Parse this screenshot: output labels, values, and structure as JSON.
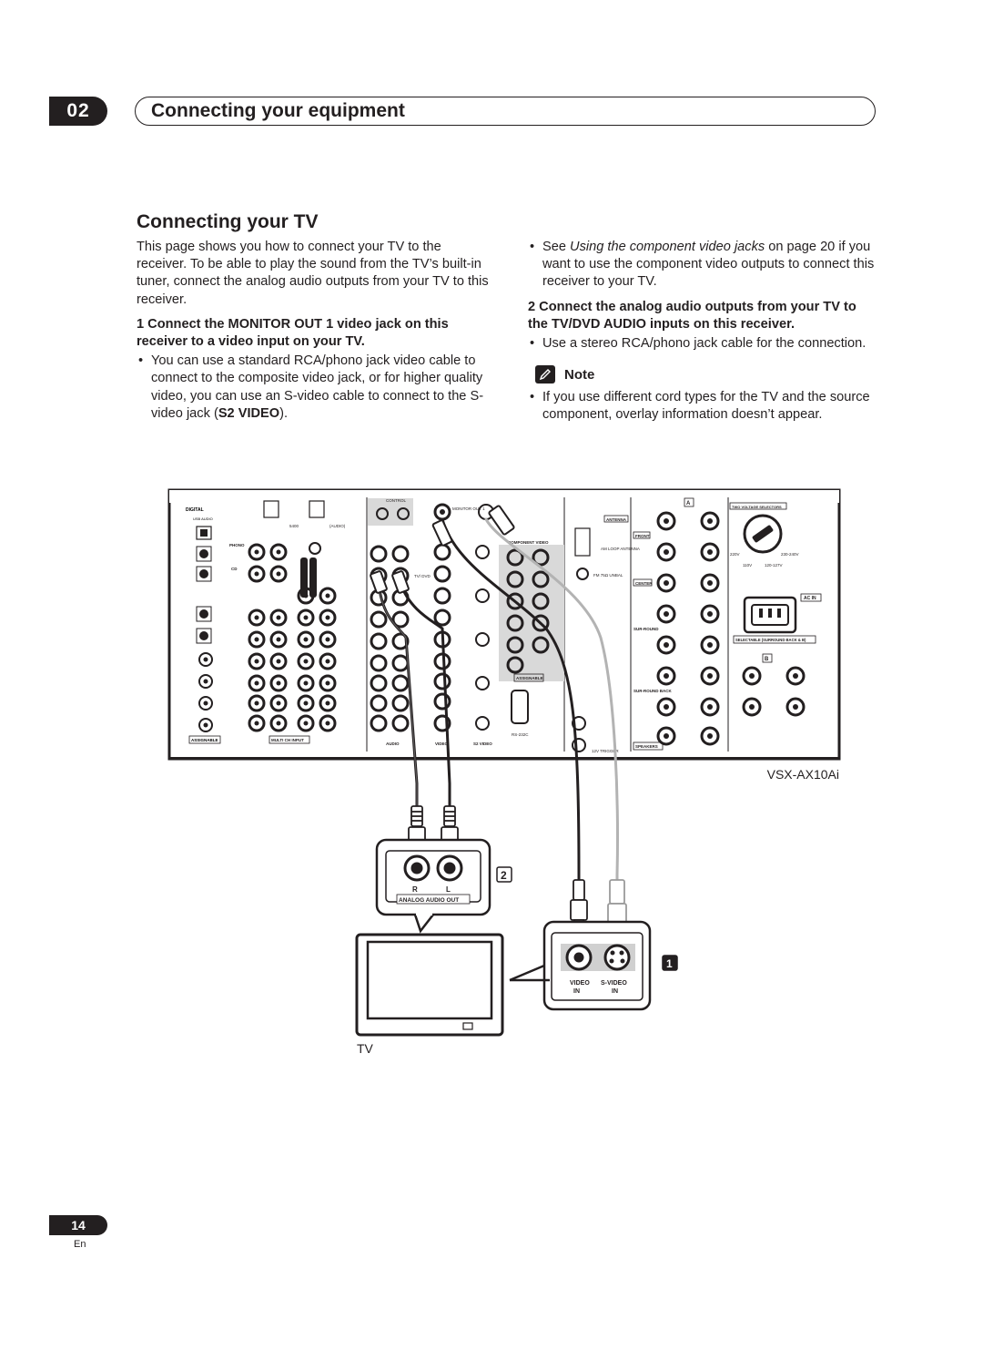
{
  "chapter": {
    "number": "02",
    "title": "Connecting your equipment"
  },
  "section": {
    "title": "Connecting your TV"
  },
  "left": {
    "intro": "This page shows you how to connect your TV to the receiver. To be able to play the sound from the TV’s built-in tuner, connect the analog audio outputs from your TV to this receiver.",
    "step1": "1  Connect the MONITOR OUT 1 video jack on this receiver to a video input on your TV.",
    "bullet1_pre": "You can use a standard RCA/phono jack video cable to connect to the composite video jack, or for higher quality video, you can use an S-video cable to connect to the S-video jack (",
    "bullet1_bold": "S2 VIDEO",
    "bullet1_post": ")."
  },
  "right": {
    "bullet_see_pre": "See ",
    "bullet_see_italic": "Using the component video jacks",
    "bullet_see_post": " on page 20 if you want to use the component video outputs to connect this receiver to your TV.",
    "step2": "2  Connect the analog audio outputs from your TV to the TV/DVD AUDIO inputs on this receiver.",
    "bullet2": "Use a stereo RCA/phono jack cable for the connection.",
    "note_title": "Note",
    "note_bullet": "If you use different cord types for the TV and the source component, overlay information doesn’t appear."
  },
  "diagram": {
    "model": "VSX-AX10Ai",
    "tv_label": "TV",
    "callout_audio": "2",
    "callout_video": "1",
    "tv_audio_r": "R",
    "tv_audio_l": "L",
    "tv_audio_out": "ANALOG AUDIO OUT",
    "tv_video_in": "VIDEO",
    "tv_svideo_in": "S-VIDEO",
    "tv_in_1": "IN",
    "tv_in_2": "IN",
    "rcv_digital": "DIGITAL",
    "rcv_control": "CONTROL",
    "rcv_monitor_out": "MONITOR OUT 1",
    "rcv_component_video": "COMPONENT VIDEO",
    "rcv_antenna": "ANTENNA",
    "rcv_am_loop": "AM LOOP ANTENNA",
    "rcv_fm": "FM 75Ω UNBAL",
    "rcv_two_voltage": "TWO VOLTAGE SELECTORS",
    "rcv_ac_in": "AC IN",
    "rcv_front": "FRONT",
    "rcv_center": "CENTER",
    "rcv_surround": "SUR-ROUND",
    "rcv_surround_back": "SUR-ROUND BACK",
    "rcv_speakers": "SPEAKERS",
    "rcv_speakers_a": "A",
    "rcv_speakers_b": "B",
    "rcv_selectable": "SELECTABLE (SURROUND BACK & B)",
    "rcv_assignable_1": "ASSIGNABLE",
    "rcv_assignable_2": "ASSIGNABLE",
    "rcv_multich": "MULTI CH INPUT",
    "rcv_audio": "AUDIO",
    "rcv_video": "VIDEO",
    "rcv_s2video": "S2 VIDEO",
    "rcv_rs232c": "RS-232C",
    "rcv_12v": "12V TRIGGER",
    "rcv_phono": "PHONO",
    "rcv_cd": "CD",
    "rcv_tvdvd": "TV/ DVD",
    "rcv_usb": "USB AUDIO",
    "rcv_5400": "5400",
    "rcv_audio_sub": "(AUDIO)",
    "rcv_v_220": "220V",
    "rcv_v_230": "230-240V",
    "rcv_v_110": "110V",
    "rcv_v_120": "120-127V"
  },
  "footer": {
    "page": "14",
    "lang": "En"
  }
}
